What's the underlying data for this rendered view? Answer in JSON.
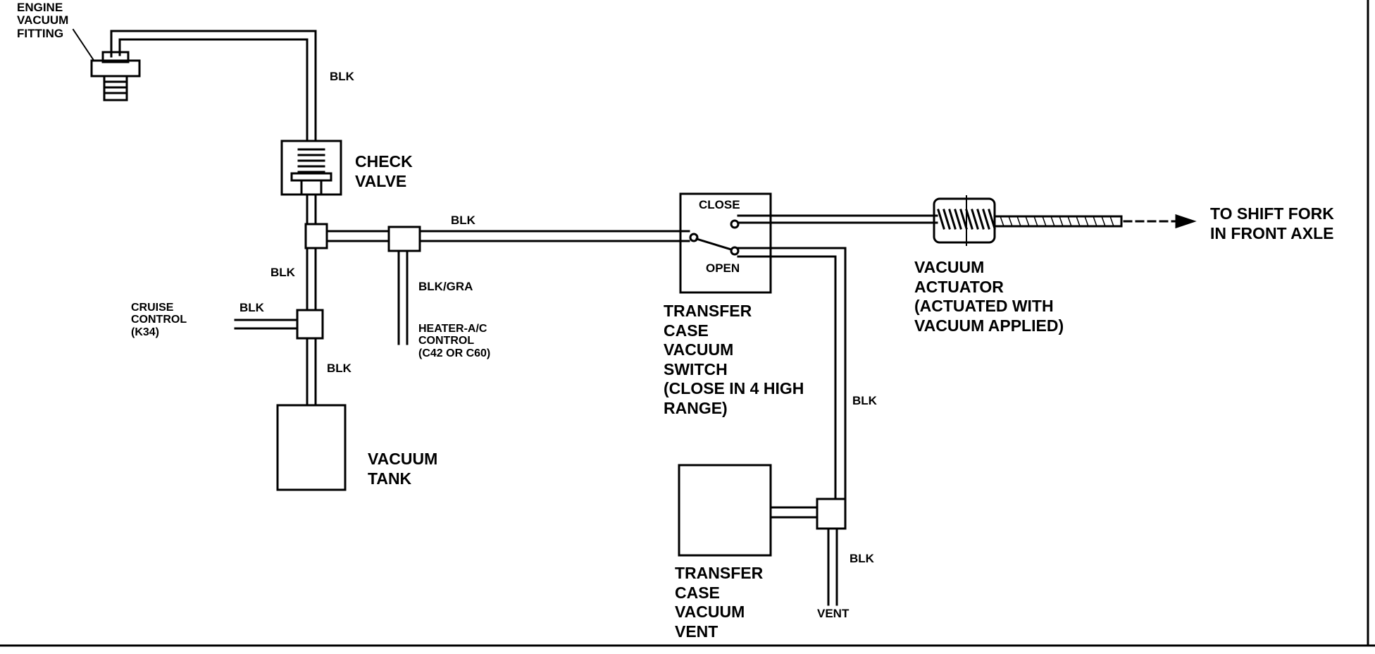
{
  "labels": {
    "engine_vacuum_fitting": "ENGINE\nVACUUM\nFITTING",
    "check_valve": "CHECK\nVALVE",
    "hose_blk_top": "BLK",
    "hose_blk_to_switch": "BLK",
    "hose_blk_left": "BLK",
    "hose_blk_cruise": "BLK",
    "hose_blk_tank": "BLK",
    "hose_blk_gra": "BLK/GRA",
    "cruise_control": "CRUISE\nCONTROL\n(K34)",
    "heater_ac_control": "HEATER-A/C\nCONTROL\n(C42 OR C60)",
    "vacuum_tank": "VACUUM\nTANK",
    "switch_close": "CLOSE",
    "switch_open": "OPEN",
    "transfer_case_vacuum_switch": "TRANSFER\nCASE\nVACUUM\nSWITCH\n(CLOSE IN 4 HIGH\nRANGE)",
    "vacuum_actuator": "VACUUM\nACTUATOR\n(ACTUATED WITH\nVACUUM APPLIED)",
    "to_shift_fork": "TO SHIFT FORK\nIN FRONT AXLE",
    "hose_blk_right": "BLK",
    "hose_blk_vent": "BLK",
    "vent": "VENT",
    "transfer_case_vacuum_vent": "TRANSFER\nCASE\nVACUUM\nVENT"
  },
  "colors": {
    "line": "#000000",
    "background": "#ffffff"
  }
}
